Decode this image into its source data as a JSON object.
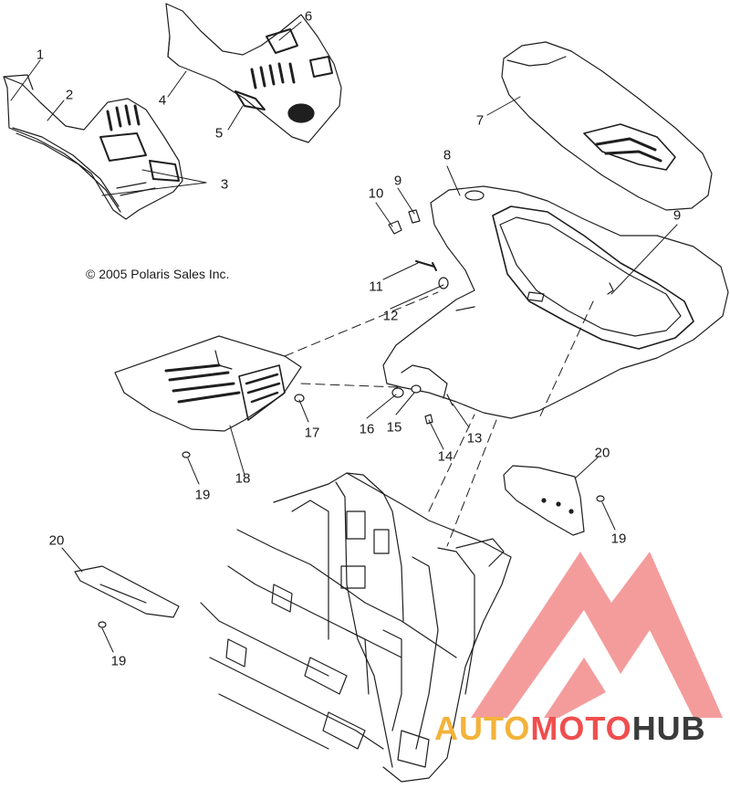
{
  "copyright": "© 2005 Polaris Sales Inc.",
  "callouts": [
    {
      "id": "1",
      "text": "1"
    },
    {
      "id": "2",
      "text": "2"
    },
    {
      "id": "3",
      "text": "3"
    },
    {
      "id": "4",
      "text": "4"
    },
    {
      "id": "5",
      "text": "5"
    },
    {
      "id": "6",
      "text": "6"
    },
    {
      "id": "7",
      "text": "7"
    },
    {
      "id": "8",
      "text": "8"
    },
    {
      "id": "9a",
      "text": "9"
    },
    {
      "id": "9b",
      "text": "9"
    },
    {
      "id": "10",
      "text": "10"
    },
    {
      "id": "11",
      "text": "11"
    },
    {
      "id": "12",
      "text": "12"
    },
    {
      "id": "13",
      "text": "13"
    },
    {
      "id": "14",
      "text": "14"
    },
    {
      "id": "15",
      "text": "15"
    },
    {
      "id": "16",
      "text": "16"
    },
    {
      "id": "17",
      "text": "17"
    },
    {
      "id": "18",
      "text": "18"
    },
    {
      "id": "19a",
      "text": "19"
    },
    {
      "id": "19b",
      "text": "19"
    },
    {
      "id": "19c",
      "text": "19"
    },
    {
      "id": "20a",
      "text": "20"
    },
    {
      "id": "20b",
      "text": "20"
    }
  ],
  "watermark": {
    "part1": "AUTO",
    "part2": "MOTO",
    "part3": "HUB",
    "colors": {
      "auto": "#f3b33a",
      "moto": "#ef4e4e",
      "hub": "#3b3b3b",
      "logo": "#f28b8b"
    }
  }
}
